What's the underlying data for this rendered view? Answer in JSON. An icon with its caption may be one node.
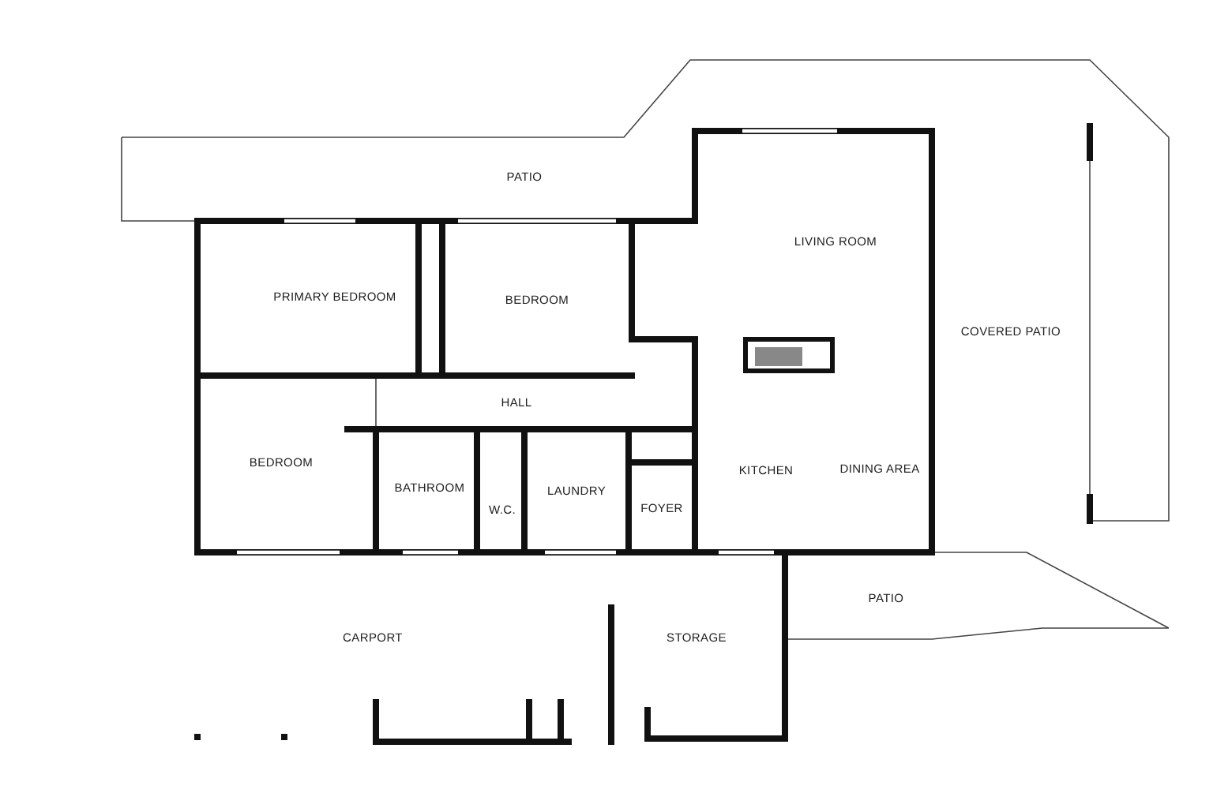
{
  "diagram": {
    "labels": [
      "PATIO",
      "LIVING ROOM",
      "PRIMARY BEDROOM",
      "BEDROOM",
      "COVERED PATIO",
      "HALL",
      "BEDROOM",
      "KITCHEN",
      "DINING AREA",
      "BATHROOM",
      "W.C.",
      "LAUNDRY",
      "FOYER",
      "PATIO",
      "CARPORT",
      "STORAGE"
    ]
  }
}
